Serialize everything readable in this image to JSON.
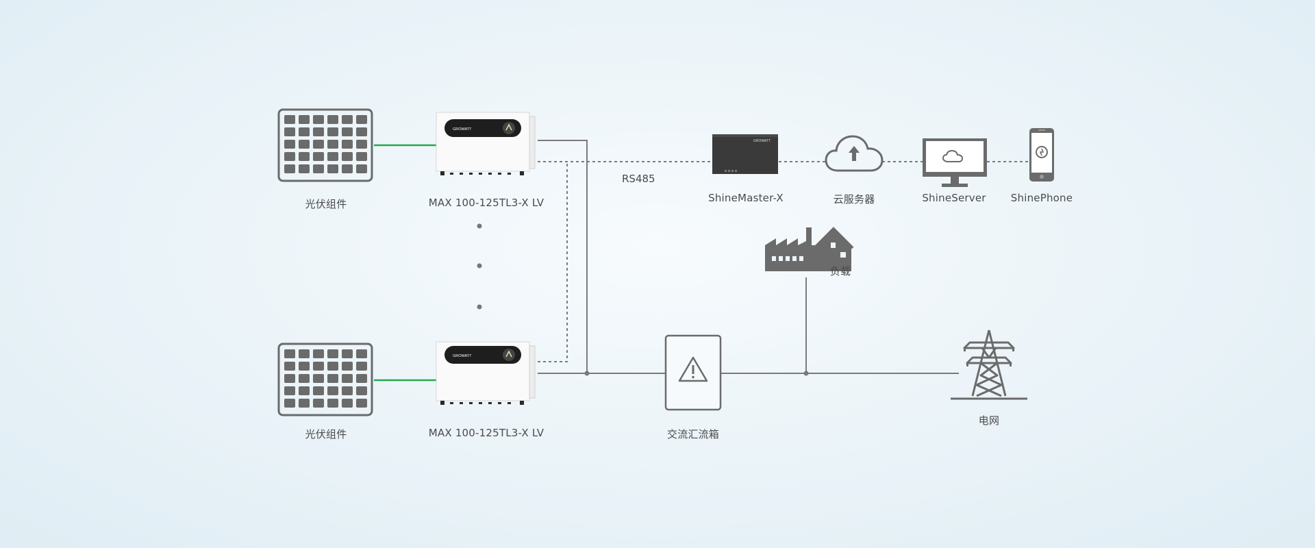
{
  "nodes": {
    "pv_top": {
      "label": "光伏组件"
    },
    "pv_bottom": {
      "label": "光伏组件"
    },
    "inverter_top": {
      "label": "MAX 100-125TL3-X LV",
      "brand": "GROWATT"
    },
    "inverter_bottom": {
      "label": "MAX 100-125TL3-X LV",
      "brand": "GROWATT"
    },
    "shinemaster": {
      "label": "ShineMaster-X",
      "brand": "GROWATT"
    },
    "cloud": {
      "label": "云服务器"
    },
    "shineserver": {
      "label": "ShineServer"
    },
    "shinephone": {
      "label": "ShinePhone"
    },
    "load": {
      "label": "负载"
    },
    "ac_box": {
      "label": "交流汇流箱"
    },
    "grid": {
      "label": "电网"
    }
  },
  "links": {
    "rs485_label": "RS485"
  },
  "colors": {
    "icon": "#6b6b6b",
    "dc_line": "#25a84f",
    "ac_line": "#7a7a7a",
    "dashed_line": "#7a7a7a"
  }
}
